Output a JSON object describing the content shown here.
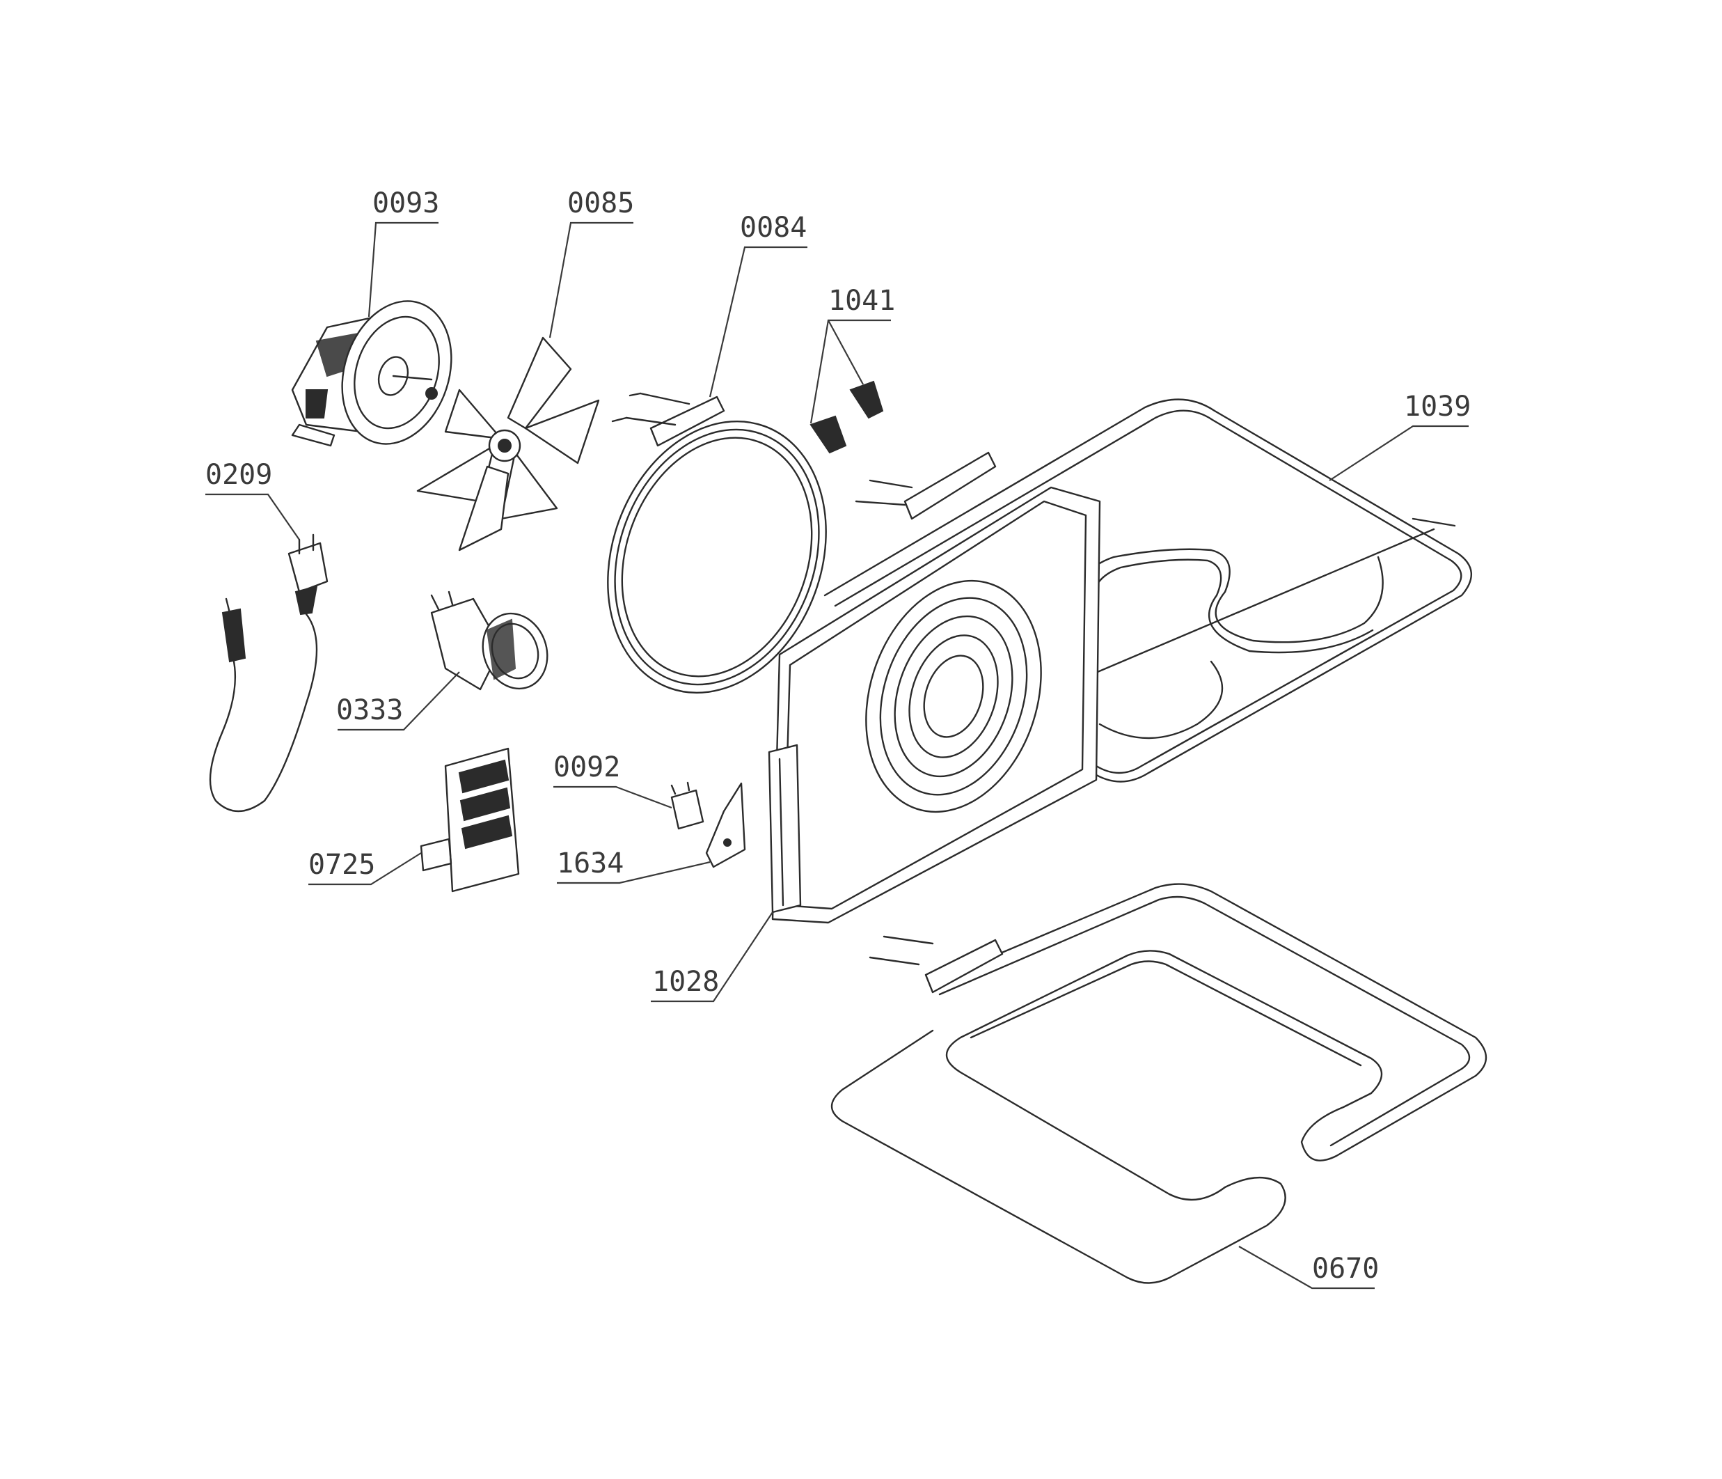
{
  "diagram": {
    "parts": [
      {
        "id": "p0093",
        "label": "0093"
      },
      {
        "id": "p0085",
        "label": "0085"
      },
      {
        "id": "p0084",
        "label": "0084"
      },
      {
        "id": "p1041",
        "label": "1041"
      },
      {
        "id": "p1039",
        "label": "1039"
      },
      {
        "id": "p0209",
        "label": "0209"
      },
      {
        "id": "p0333",
        "label": "0333"
      },
      {
        "id": "p0092",
        "label": "0092"
      },
      {
        "id": "p0725",
        "label": "0725"
      },
      {
        "id": "p1634",
        "label": "1634"
      },
      {
        "id": "p1028",
        "label": "1028"
      },
      {
        "id": "p0670",
        "label": "0670"
      }
    ]
  }
}
